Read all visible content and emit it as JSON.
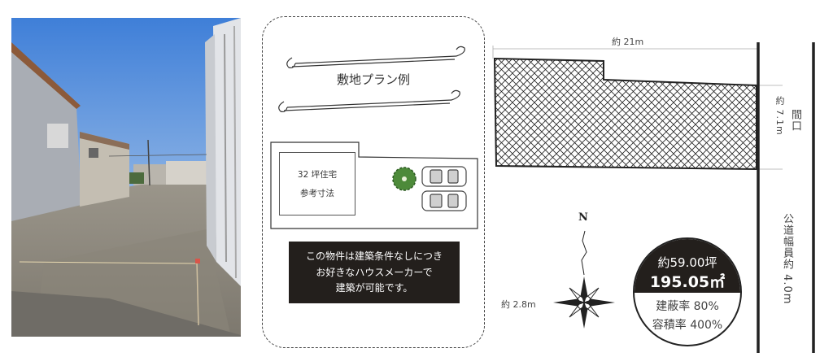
{
  "plan": {
    "title": "敷地プラン例",
    "house_line1": "32 坪住宅",
    "house_line2": "参考寸法"
  },
  "notice": {
    "line1": "この物件は建築条件なしにつき",
    "line2": "お好きなハウスメーカーで",
    "line3": "建築が可能です。"
  },
  "dimensions": {
    "width": "約 21m",
    "frontage": "間口",
    "frontage_value": "約 7.1m",
    "access": "約 2.8m",
    "road": "公道幅員約 4.0m"
  },
  "compass": {
    "north": "N"
  },
  "summary": {
    "area_tsubo": "約59.00坪",
    "area_sqm": "195.05㎡",
    "coverage": "建蔽率 80%",
    "floor_ratio": "容積率 400%"
  },
  "colors": {
    "dark": "#231f1c",
    "sky": "#5a8fd6",
    "hatch": "#222222"
  }
}
